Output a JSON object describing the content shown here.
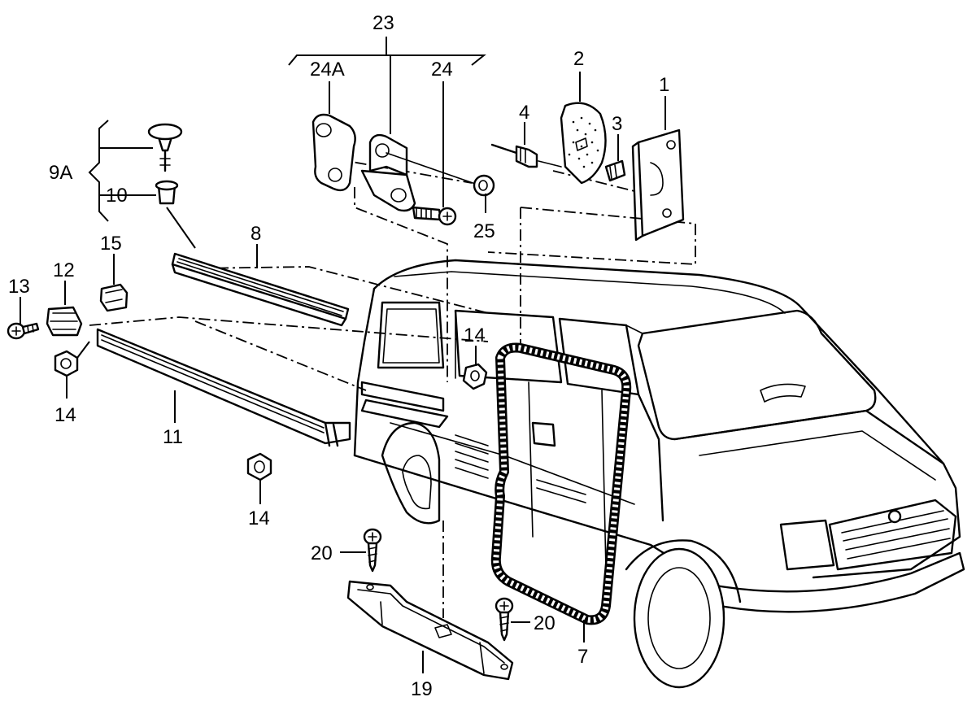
{
  "labels": {
    "l1": "1",
    "l2": "2",
    "l3": "3",
    "l4": "4",
    "l7": "7",
    "l8": "8",
    "l9a": "9A",
    "l10": "10",
    "l11": "11",
    "l12": "12",
    "l13": "13",
    "l14a": "14",
    "l14b": "14",
    "l14c": "14",
    "l15": "15",
    "l19": "19",
    "l20a": "20",
    "l20b": "20",
    "l23": "23",
    "l24": "24",
    "l24a": "24A",
    "l25": "25"
  }
}
